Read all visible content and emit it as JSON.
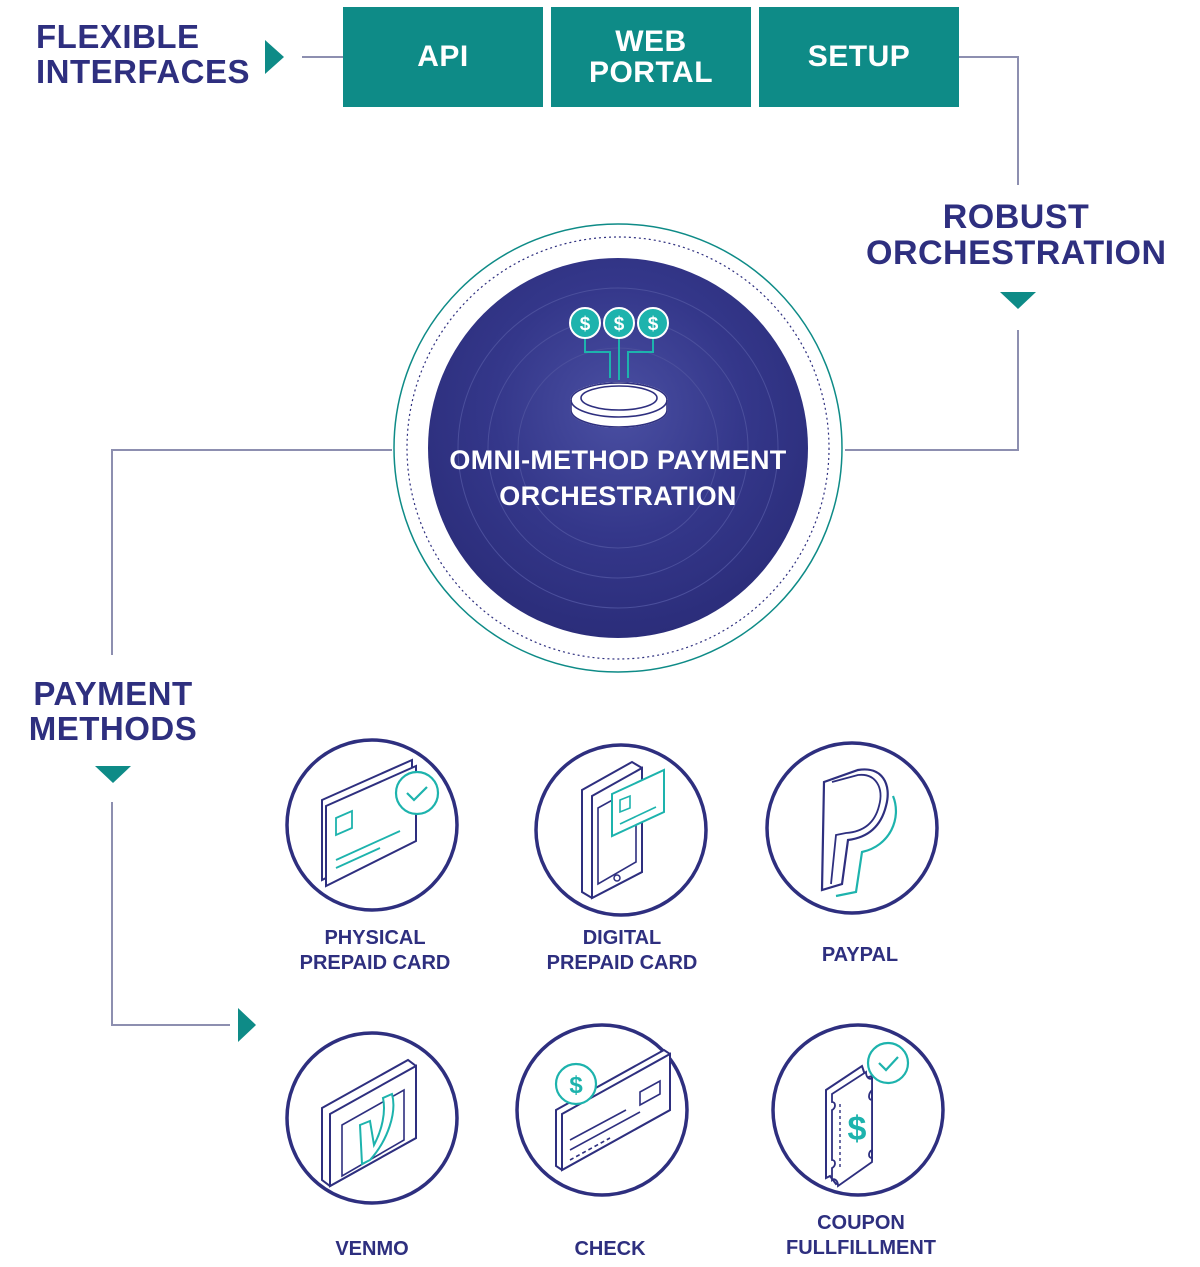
{
  "headings": {
    "flexible_interfaces": "FLEXIBLE\nINTERFACES",
    "robust_orchestration": "ROBUST\nORCHESTRATION",
    "payment_methods": "PAYMENT\nMETHODS"
  },
  "interfaces": [
    {
      "label": "API"
    },
    {
      "label": "WEB\nPORTAL"
    },
    {
      "label": "SETUP"
    }
  ],
  "center": {
    "title": "OMNI-METHOD PAYMENT\nORCHESTRATION",
    "icon": "coins-dollar-icon"
  },
  "methods": [
    {
      "label": "PHYSICAL\nPREPAID CARD",
      "icon": "physical-card-icon"
    },
    {
      "label": "DIGITAL\nPREPAID CARD",
      "icon": "digital-card-icon"
    },
    {
      "label": "PAYPAL",
      "icon": "paypal-icon"
    },
    {
      "label": "VENMO",
      "icon": "venmo-icon"
    },
    {
      "label": "CHECK",
      "icon": "check-icon"
    },
    {
      "label": "COUPON\nFULLFILLMENT",
      "icon": "coupon-icon"
    }
  ],
  "colors": {
    "navy": "#2e2f7f",
    "teal": "#0e8b87",
    "accent_teal": "#1db3ad",
    "line_gray": "#8d8fb0"
  }
}
